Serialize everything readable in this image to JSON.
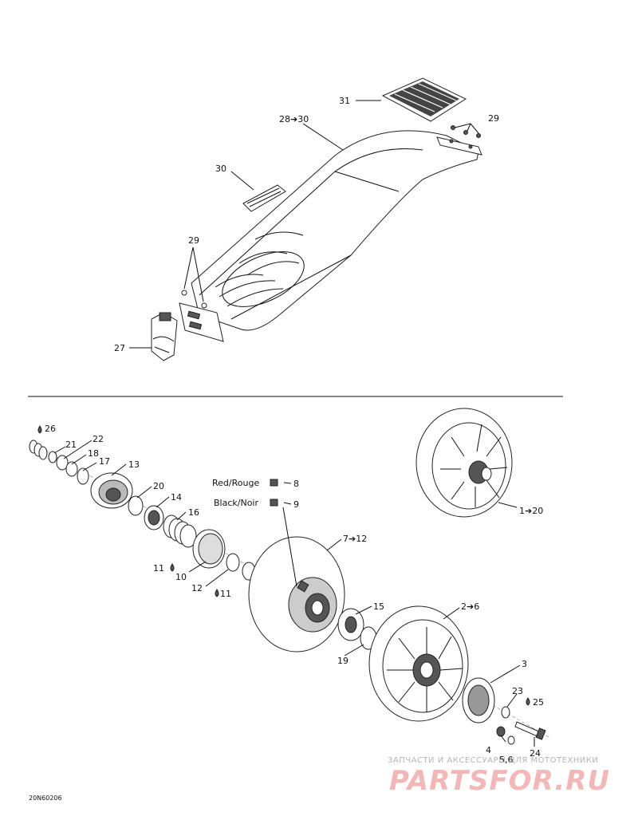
{
  "callouts": {
    "c31": "31",
    "c28_30": "28➔30",
    "c29_top": "29",
    "c30": "30",
    "c29_left": "29",
    "c27": "27",
    "c26": "26",
    "c21": "21",
    "c22": "22",
    "c18": "18",
    "c17": "17",
    "c13": "13",
    "c20": "20",
    "c14": "14",
    "c16": "16",
    "c11a": "11",
    "c10": "10",
    "c12": "12",
    "c11b": "11",
    "c7_12": "7➔12",
    "c15": "15",
    "c19": "19",
    "c2_6": "2➔6",
    "c3": "3",
    "c23": "23",
    "c25": "25",
    "c4": "4",
    "c5_6": "5,6",
    "c24": "24",
    "c1_20": "1➔20"
  },
  "legend": {
    "red": "Red/Rouge",
    "red_num": "8",
    "black": "Black/Noir",
    "black_num": "9"
  },
  "drawing_code": "20N60206",
  "watermark": {
    "line1": "ЗАПЧАСТИ И АКСЕССУАРЫ ДЛЯ МОТОТЕХНИКИ",
    "line2": "PARTSFOR.RU"
  }
}
